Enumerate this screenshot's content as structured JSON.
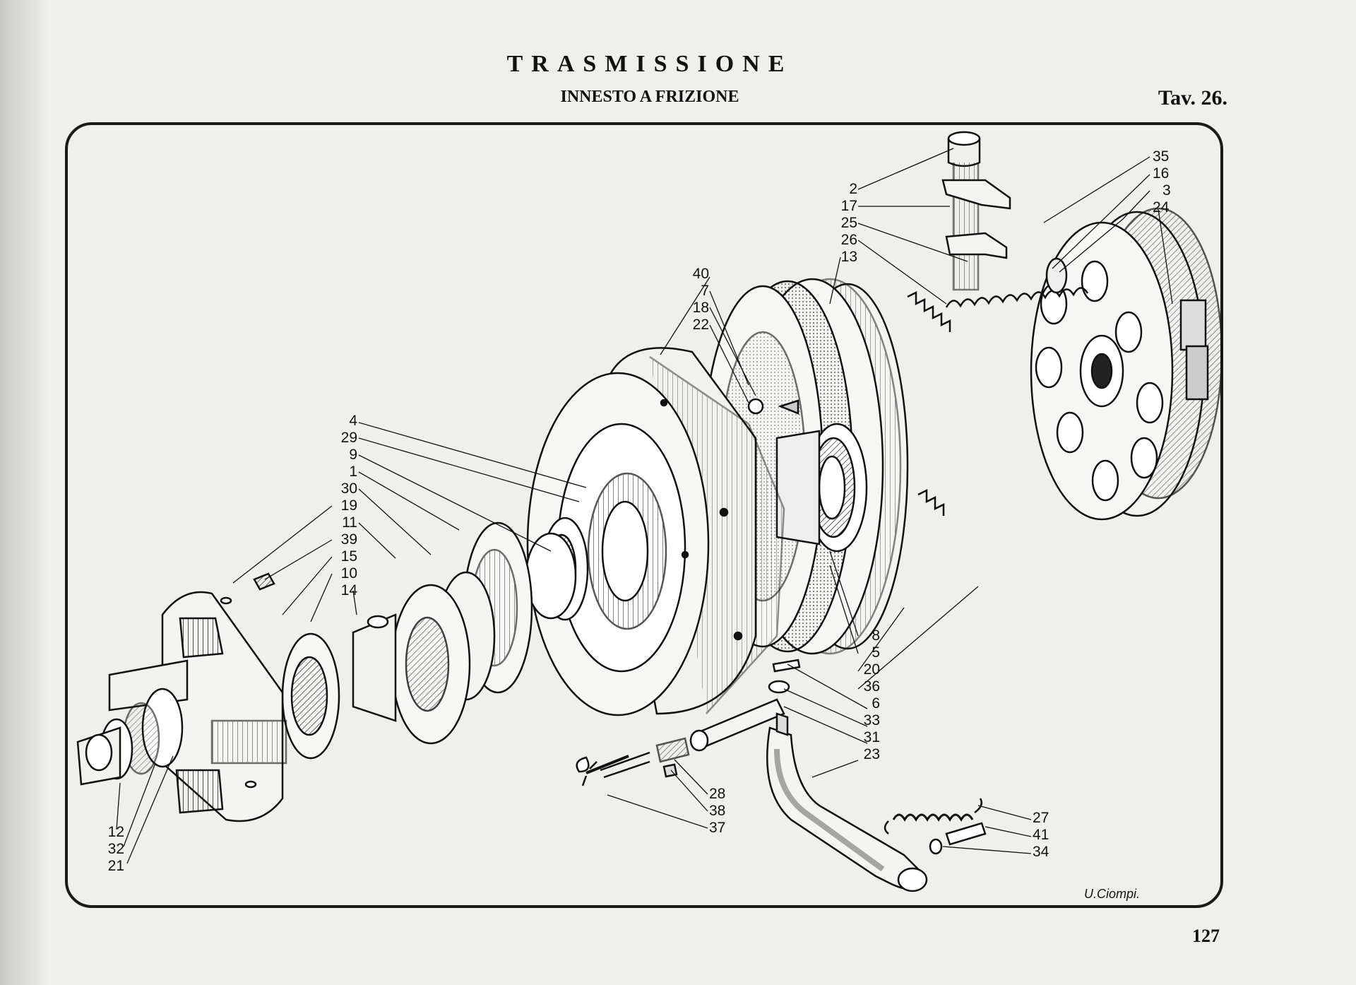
{
  "header": {
    "title": "TRASMISSIONE",
    "subtitle": "INNESTO A FRIZIONE",
    "plate": "Tav. 26."
  },
  "callouts": {
    "top_right": [
      "35",
      "16",
      "3",
      "24"
    ],
    "top_center": [
      "2",
      "17",
      "25",
      "26",
      "13"
    ],
    "middle": [
      "40",
      "7",
      "18",
      "22"
    ],
    "left_column": [
      "4",
      "29",
      "9",
      "1",
      "30",
      "19",
      "11",
      "39",
      "15",
      "10",
      "14"
    ],
    "bottom_left": [
      "12",
      "32",
      "21"
    ],
    "bottom_center": [
      "28",
      "38",
      "37"
    ],
    "mid_right": [
      "8",
      "5",
      "20",
      "36",
      "6",
      "33",
      "31",
      "23"
    ],
    "bottom_right": [
      "27",
      "41",
      "34"
    ]
  },
  "signature": "U.Ciompi.",
  "page_number": "127"
}
